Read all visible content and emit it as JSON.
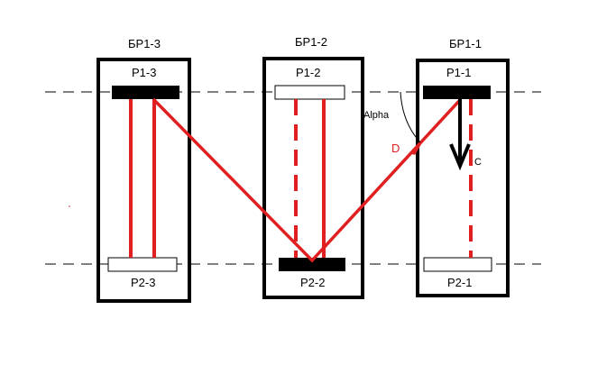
{
  "colors": {
    "beam": "#e02020",
    "frame": "#000000",
    "background": "#ffffff"
  },
  "blocks": [
    {
      "id": "br13",
      "title": "БР1-3",
      "top_label": "Р1-3",
      "bottom_label": "Р2-3"
    },
    {
      "id": "br12",
      "title": "БР1-2",
      "top_label": "Р1-2",
      "bottom_label": "Р2-2"
    },
    {
      "id": "br11",
      "title": "БР1-1",
      "top_label": "Р1-1",
      "bottom_label": "Р2-1"
    }
  ],
  "annotations": {
    "alpha": "Alpha",
    "d": "D",
    "c": "C"
  }
}
